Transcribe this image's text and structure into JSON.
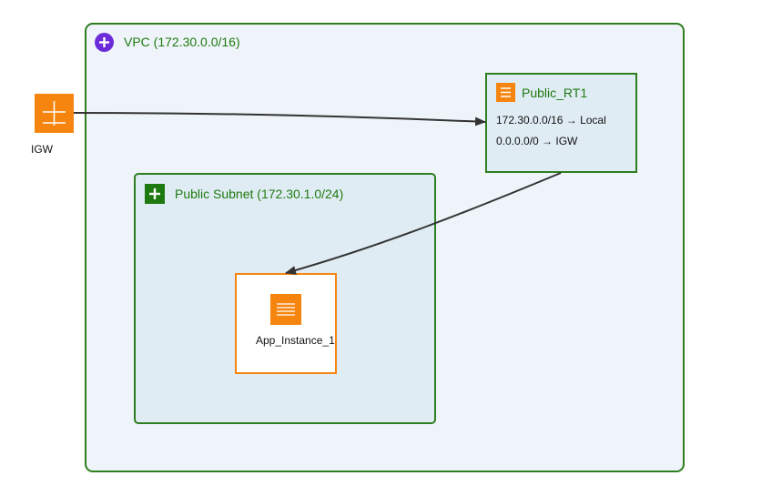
{
  "vpc": {
    "label": "VPC (172.30.0.0/16)",
    "icon": "vpc-icon",
    "border_color": "#2e7d1f",
    "fill_color": "#eff4fa"
  },
  "subnet": {
    "label": "Public Subnet (172.30.1.0/24)",
    "icon": "public-subnet-icon",
    "fill_color": "#e0ecf4"
  },
  "route_table": {
    "title": "Public_RT1",
    "icon": "route-table-icon",
    "routes": [
      "172.30.0.0/16 → Local",
      "0.0.0.0/0 → IGW"
    ]
  },
  "igw": {
    "label": "IGW",
    "icon": "internet-gateway-icon"
  },
  "instance": {
    "label": "App_Instance_1",
    "icon": "ec2-instance-icon"
  },
  "colors": {
    "accent_orange": "#f6850f",
    "label_green": "#1e7a10",
    "vpc_purple": "#6c2bd9",
    "edge": "#333333"
  },
  "edges": [
    {
      "from": "igw",
      "to": "route_table"
    },
    {
      "from": "route_table",
      "to": "instance"
    }
  ]
}
